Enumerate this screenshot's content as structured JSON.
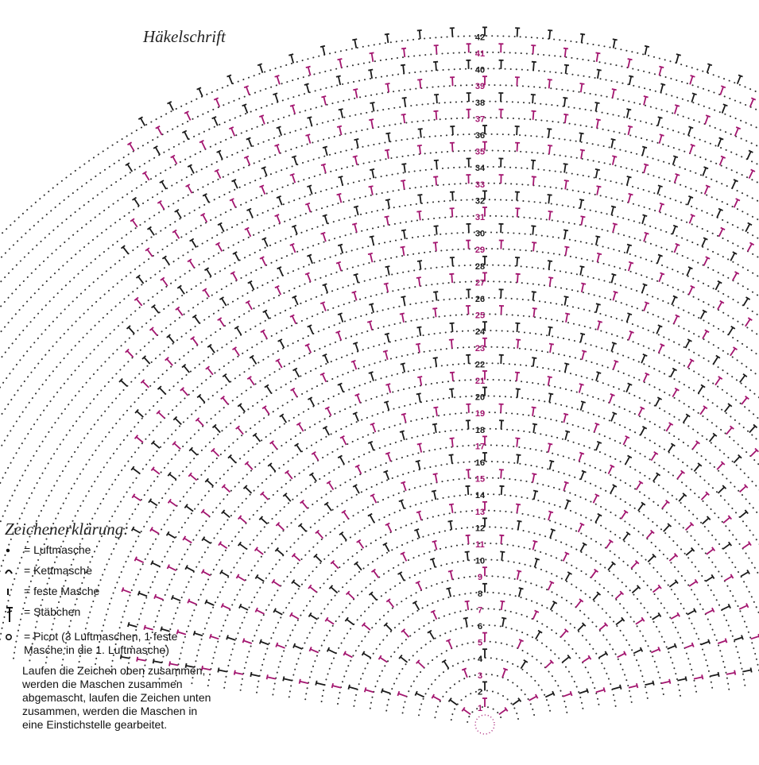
{
  "title": "Häkelschrift",
  "row_numbers": [
    "1",
    "2",
    "3",
    "4",
    "5",
    "6",
    "7",
    "8",
    "9",
    "10",
    "11",
    "12",
    "13",
    "14",
    "15",
    "16",
    "17",
    "18",
    "19",
    "20",
    "21",
    "22",
    "23",
    "24",
    "25",
    "26",
    "27",
    "28",
    "29",
    "30",
    "31",
    "32",
    "33",
    "34",
    "35",
    "36",
    "37",
    "38",
    "39",
    "40",
    "41",
    "42"
  ],
  "colors": {
    "odd_rows": "#a3156f",
    "even_rows": "#1a1a1a",
    "dots": "#333333"
  },
  "legend": {
    "heading": "Zeichenerklärung:",
    "items": [
      {
        "icon": "chain-dot-icon",
        "text": "= Luftmasche"
      },
      {
        "icon": "slip-stitch-icon",
        "text": "= Kettmasche"
      },
      {
        "icon": "single-crochet-icon",
        "text": "= feste Masche"
      },
      {
        "icon": "double-crochet-icon",
        "text": "= Stäbchen"
      },
      {
        "icon": "picot-icon",
        "text": "= Picot (3 Luftmaschen, 1 feste\nMasche in die 1. Luftmasche)"
      }
    ],
    "note": "Laufen die Zeichen oben zusammen, werden die Maschen zusammen abgemascht, laufen die Zeichen unten zusammen, werden die Maschen in eine Einstichstelle gearbeitet."
  }
}
